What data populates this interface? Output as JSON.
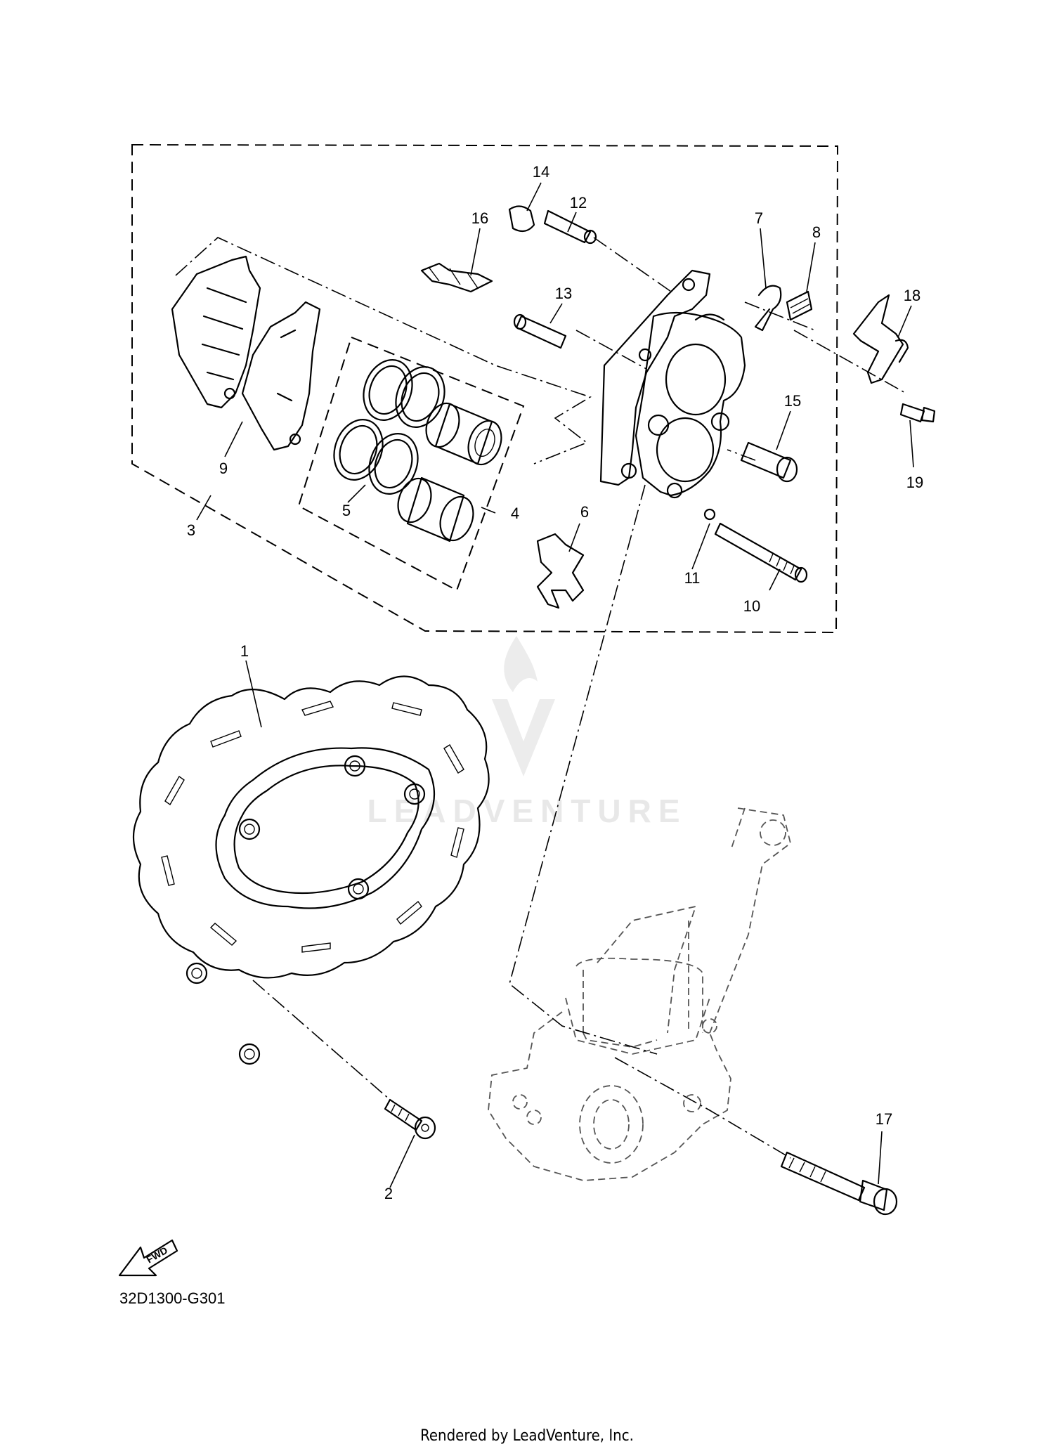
{
  "diagram_code": "32D1300-G301",
  "footer_text": "Rendered by LeadVenture, Inc.",
  "watermark_text": "LEADVENTURE",
  "fwd_label": "FWD",
  "callouts": {
    "c1": "1",
    "c2": "2",
    "c3": "3",
    "c4": "4",
    "c5": "5",
    "c6": "6",
    "c7": "7",
    "c8": "8",
    "c9": "9",
    "c10": "10",
    "c11": "11",
    "c12": "12",
    "c13": "13",
    "c14": "14",
    "c15": "15",
    "c16": "16",
    "c17": "17",
    "c18": "18",
    "c19": "19"
  }
}
